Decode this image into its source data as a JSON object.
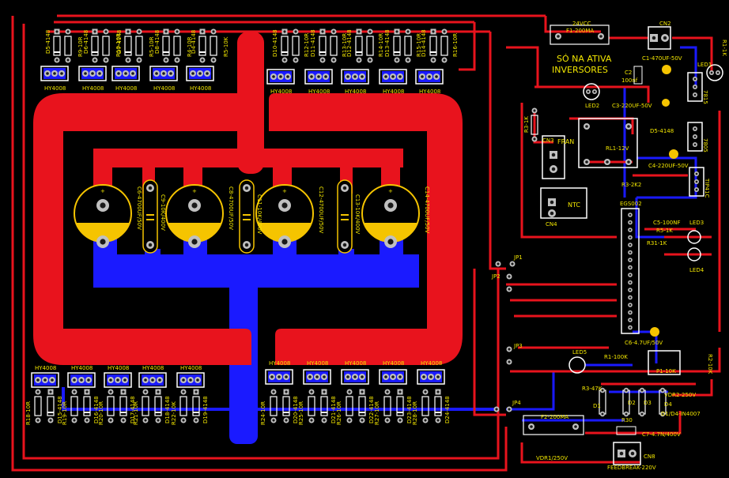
{
  "board": {
    "background": "#000000",
    "colors": {
      "top_copper": "#e8131d",
      "bottom_copper": "#1a1aff",
      "silkscreen": "#f2e600",
      "pad": "#c0c0c0",
      "pad_hole": "#1a1a1a",
      "outline": "#ffffff",
      "capacitor_fill": "#f5c400"
    },
    "header": {
      "power_label": "24VCC",
      "fuse_label": "F1-200MA",
      "note_line1": "SÓ NA ATIVA",
      "note_line2": "INVERSORES"
    },
    "top_left_parts": [
      {
        "diode": "D5-4148",
        "res": "R9-10R"
      },
      {
        "diode": "D6-4148",
        "res": "R10-10R"
      },
      {
        "diode": "D7-4148",
        "res": "R5-10R"
      },
      {
        "diode": "D8-4148",
        "res": "R4-10R"
      },
      {
        "diode": "D4-4148",
        "res": "R5-10K"
      }
    ],
    "top_right_parts": [
      {
        "diode": "D10-4148",
        "res": "R12-10R"
      },
      {
        "diode": "D11-4148",
        "res": "R13-10R"
      },
      {
        "diode": "D12-4148",
        "res": "R14-10R"
      },
      {
        "diode": "D13-4148",
        "res": "R15-10R"
      },
      {
        "diode": "D14-4148",
        "res": "R16-10R"
      }
    ],
    "mosfet_label": "HY4008",
    "big_caps": [
      {
        "label": "C6-4700UF/50V"
      },
      {
        "label": "C8-4700UF/50V"
      },
      {
        "label": "C12-4700UF/50V"
      },
      {
        "label": "C14-4700UF/50V"
      }
    ],
    "small_caps": [
      {
        "label": "C9-10K/400V"
      },
      {
        "label": "C11-10K/400V"
      },
      {
        "label": "C13-10K/400V"
      }
    ],
    "bottom_left_parts": [
      {
        "res": "R18-10R",
        "diode": "D15-4148"
      },
      {
        "res": "R19-10R",
        "diode": "D16-4148"
      },
      {
        "res": "R20-10R",
        "diode": "D17-4148"
      },
      {
        "res": "R21-10R",
        "diode": "D18-4148"
      },
      {
        "res": "R22-10K",
        "diode": "D19-4148"
      }
    ],
    "bottom_right_parts": [
      {
        "res": "R24-10R",
        "diode": "D20-4148"
      },
      {
        "res": "R25-10R",
        "diode": "D21-4148"
      },
      {
        "res": "R26-10R",
        "diode": "D22-4148"
      },
      {
        "res": "R27-10R",
        "diode": "D23-4148"
      },
      {
        "res": "R28-10R",
        "diode": "D24-4148"
      }
    ],
    "control": {
      "cn2": "CN2",
      "c1": "C1-470UF-50V",
      "led1": "LED1",
      "r1": "R1-1K",
      "c2": "C2",
      "c2_val": "100nf",
      "led2": "LED2",
      "c3": "C3-220UF-50V",
      "reg7815": "7815",
      "r3": "R3-1K",
      "fran": "FRAN",
      "cn3": "CN3",
      "rl1": "RL1-12V",
      "d5": "D5-4148",
      "reg7805": "7805",
      "c4": "C4-220UF-50V",
      "r3b": "R3-2K2",
      "tip": "TIP41C",
      "ntc": "NTC",
      "cn4": "CN4",
      "ic": "EGS002",
      "c5": "C5-100NF",
      "r5": "R5-1K",
      "r31": "R31-1K",
      "led3": "LED3",
      "led4": "LED4",
      "jp1": "JP1",
      "jp2": "JP2",
      "jp3": "JP3",
      "jp4": "JP4",
      "c6": "C6-4.7UF/50V",
      "led5": "LED5",
      "r1b": "R1-100K",
      "r2": "R2-10K",
      "p1": "P1-10K",
      "r34": "R3-47K",
      "vdr2": "VDR2-250V",
      "d1": "D1",
      "d2": "D2",
      "d3": "D3",
      "d4": "D4",
      "d14": "D1/D4-IN4007",
      "f2": "F2-200MA",
      "r30": "R30",
      "c7": "C7-4.7N/400V",
      "vdr1": "VDR1/250V",
      "cn8": "CN8",
      "feed": "FEEDBREAK-220V"
    }
  }
}
